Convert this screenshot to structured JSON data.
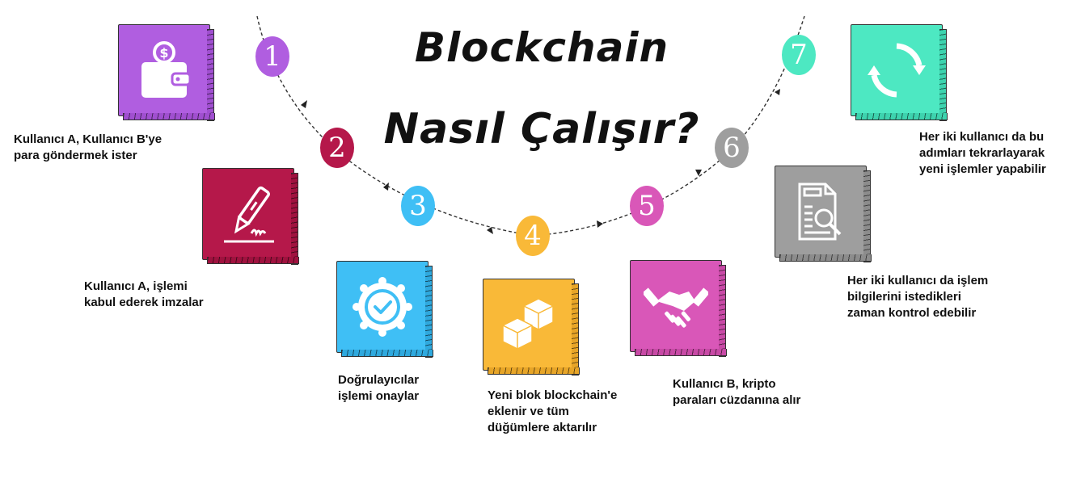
{
  "title": {
    "line1": "Blockchain",
    "line2": "Nasıl Çalışır?"
  },
  "steps": [
    {
      "number": "1",
      "color": "#b05ee0",
      "icon": "wallet-icon",
      "label_lines": [
        "Kullanıcı A, Kullanıcı B'ye",
        "para göndermek ister"
      ]
    },
    {
      "number": "2",
      "color": "#b5184a",
      "icon": "signature-pen-icon",
      "label_lines": [
        "Kullanıcı A, işlemi",
        "kabul ederek imzalar"
      ]
    },
    {
      "number": "3",
      "color": "#3fbff5",
      "icon": "verified-badge-icon",
      "label_lines": [
        "Doğrulayıcılar",
        "işlemi onaylar"
      ]
    },
    {
      "number": "4",
      "color": "#f9b938",
      "icon": "blocks-icon",
      "label_lines": [
        "Yeni blok blockchain'e",
        "eklenir ve tüm",
        "düğümlere aktarılır"
      ]
    },
    {
      "number": "5",
      "color": "#d957b8",
      "icon": "handshake-icon",
      "label_lines": [
        "Kullanıcı B, kripto",
        "paraları cüzdanına alır"
      ]
    },
    {
      "number": "6",
      "color": "#9e9e9e",
      "icon": "document-search-icon",
      "label_lines": [
        "Her iki kullanıcı da işlem",
        "bilgilerini istedikleri",
        "zaman kontrol edebilir"
      ]
    },
    {
      "number": "7",
      "color": "#4de8c2",
      "icon": "refresh-cycle-icon",
      "label_lines": [
        "Her iki kullanıcı da bu",
        "adımları tekrarlayarak",
        "yeni işlemler yapabilir"
      ]
    }
  ]
}
